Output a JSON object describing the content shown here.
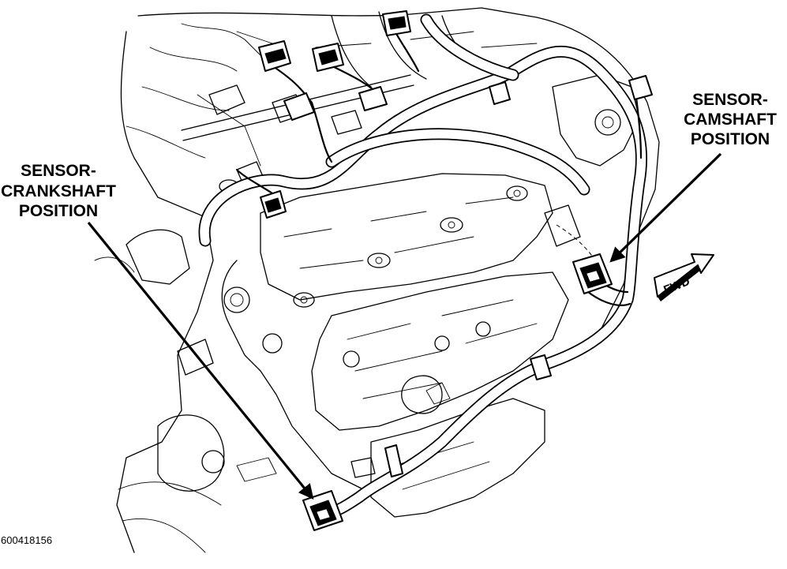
{
  "diagram": {
    "labels": {
      "crankshaft": [
        "SENSOR-",
        "CRANKSHAFT",
        "POSITION"
      ],
      "camshaft": [
        "SENSOR-",
        "CAMSHAFT",
        "POSITION"
      ]
    },
    "direction_marker": "FWD",
    "figure_id": "60041815​6",
    "colors": {
      "line": "#000000",
      "background": "#ffffff"
    },
    "icons": [
      "forward-arrow-icon"
    ]
  }
}
